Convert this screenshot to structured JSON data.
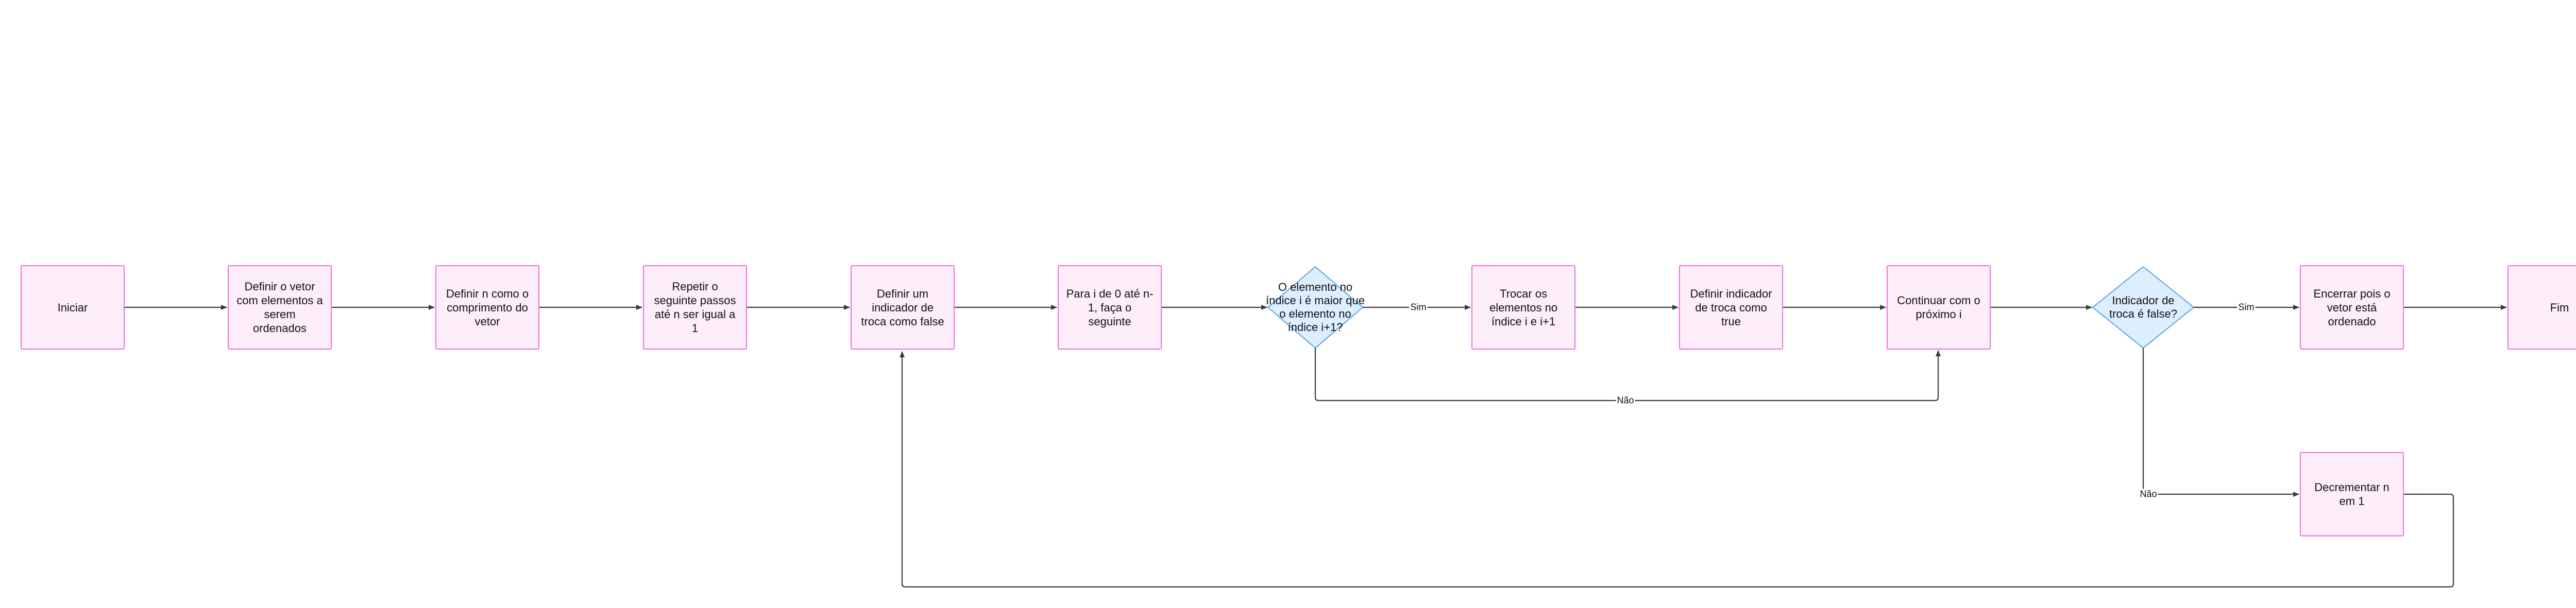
{
  "colors": {
    "process_fill": "#fdeef9",
    "process_border": "#f06ee0",
    "decision_fill": "#ddeeff",
    "decision_border": "#5aa3e8",
    "connector": "#3c3c3c"
  },
  "nodes": {
    "iniciar": "Iniciar",
    "definir_vetor": "Definir o vetor com elementos a serem ordenados",
    "definir_n": "Definir n como o comprimento do vetor",
    "repetir": "Repetir o seguinte passos até n ser igual a 1",
    "indicador_false": "Definir um indicador de troca como false",
    "para_i": "Para i de 0 até n-1, faça o seguinte",
    "decisao_maior": "O elemento no índice i é maior que o elemento no índice i+1?",
    "trocar": "Trocar os elementos no índice i e i+1",
    "indicador_true": "Definir indicador de troca como true",
    "continuar": "Continuar com o próximo i",
    "decisao_troca": "Indicador de troca é false?",
    "encerrar": "Encerrar pois o vetor está ordenado",
    "fim": "Fim",
    "decrementar": "Decrementar n em 1"
  },
  "edge_labels": {
    "sim_1": "Sim",
    "nao_1": "Não",
    "sim_2": "Sim",
    "nao_2": "Não"
  }
}
